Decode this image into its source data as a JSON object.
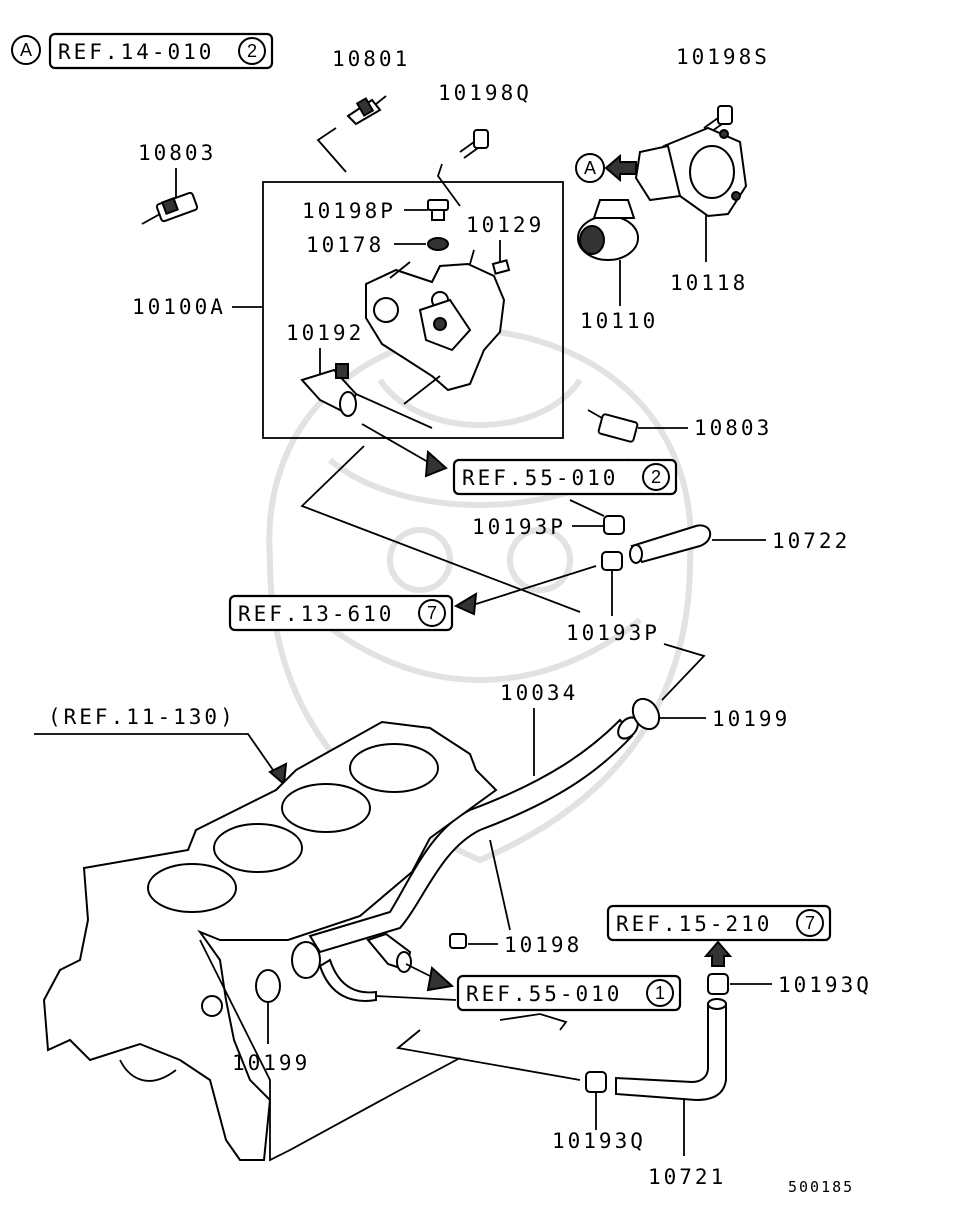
{
  "parts": {
    "p10801": "10801",
    "p10198Q": "10198Q",
    "p10198S": "10198S",
    "p10803_top": "10803",
    "p10198P": "10198P",
    "p10129": "10129",
    "p10178": "10178",
    "p10100A": "10100A",
    "p10192": "10192",
    "p10110": "10110",
    "p10118": "10118",
    "p10803_right": "10803",
    "p10193P_upper": "10193P",
    "p10722": "10722",
    "p10193P_lower": "10193P",
    "p10034": "10034",
    "p10199_upper": "10199",
    "p10198": "10198",
    "p10199_lower": "10199",
    "p10193Q_right": "10193Q",
    "p10193Q_bottom": "10193Q",
    "p10721": "10721"
  },
  "refs": {
    "r1": {
      "text": "REF.14-010",
      "circle": "2"
    },
    "r2": {
      "text": "REF.55-010",
      "circle": "2"
    },
    "r3": {
      "text": "REF.13-610",
      "circle": "7"
    },
    "r4": {
      "text": "(REF.11-130)"
    },
    "r5": {
      "text": "REF.15-210",
      "circle": "7"
    },
    "r6": {
      "text": "REF.55-010",
      "circle": "1"
    }
  },
  "markers": {
    "topleft": "A",
    "thermostat_arrow": "A"
  },
  "diagram_code": "500185"
}
